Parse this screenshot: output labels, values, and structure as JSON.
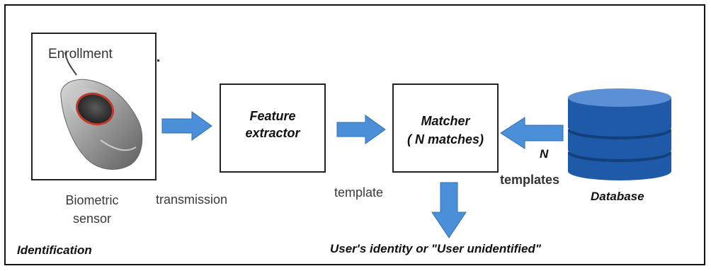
{
  "colors": {
    "arrow": "#4a8fd8",
    "arrow_dark": "#2c6fb8",
    "db_top": "#5b8fd6",
    "db_body": "#1e5aa8",
    "db_dark": "#143f78"
  },
  "sensor": {
    "enrollment": "Enrollment",
    "label_line1": "Biometric",
    "label_line2": "sensor"
  },
  "labels": {
    "transmission": "transmission",
    "template": "template",
    "n": "N",
    "templates": "templates",
    "database": "Database",
    "result": "User's identity or \"User unidentified\"",
    "mode": "Identification"
  },
  "feature_box": {
    "line1": "Feature",
    "line2": "extractor"
  },
  "matcher_box": {
    "line1": "Matcher",
    "line2": "( N matches)"
  }
}
